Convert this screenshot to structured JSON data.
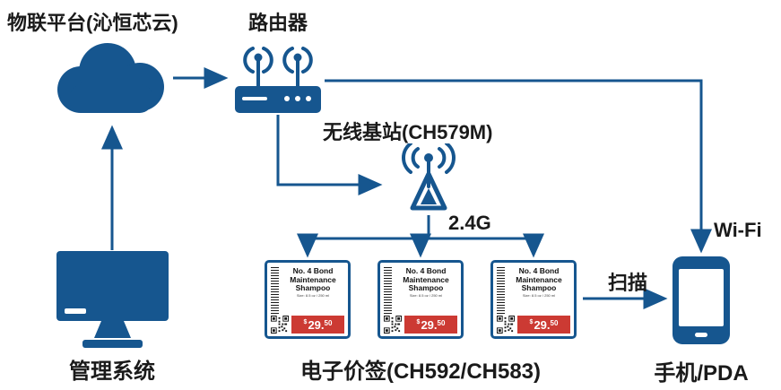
{
  "colors": {
    "primary": "#16568F",
    "price_red": "#CC3A33"
  },
  "nodes": {
    "cloud_label": "物联平台(沁恒芯云)",
    "router_label": "路由器",
    "base_station_label": "无线基站(CH579M)",
    "esl_label": "电子价签(CH592/CH583)",
    "management_label": "管理系统",
    "phone_label": "手机/PDA"
  },
  "edges": {
    "rf_label": "2.4G",
    "wifi_label": "Wi-Fi",
    "scan_label": "扫描"
  },
  "price_tag": {
    "title_line1": "No. 4 Bond",
    "title_line2": "Maintenance",
    "title_line3": "Shampoo",
    "subtitle": "Size: 8.5 oz / 250 ml",
    "price_symbol": "$",
    "price_whole": "29.",
    "price_cents": "50"
  }
}
